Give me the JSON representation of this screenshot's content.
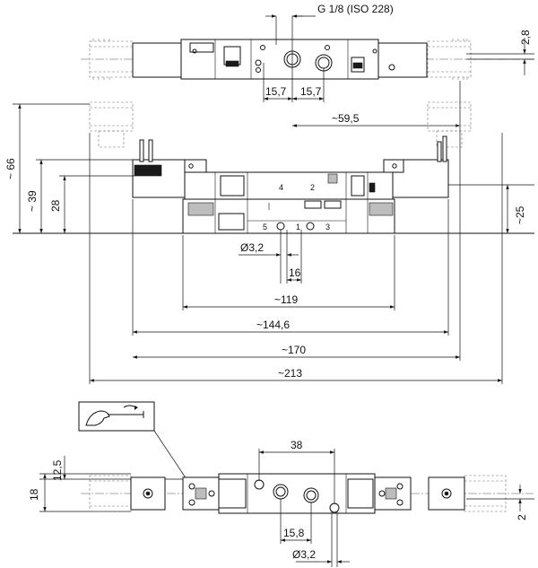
{
  "top_view": {
    "thread": "G 1/8 (ISO 228)",
    "d_2_8": "2,8",
    "d_15_7_a": "15,7",
    "d_15_7_b": "15,7",
    "d_59_5": "~59,5"
  },
  "side_view": {
    "d_66": "~ 66",
    "d_39": "~ 39",
    "d_28": "28",
    "d_25": "~25",
    "port_4": "4",
    "port_2": "2",
    "port_5": "5",
    "port_1": "1",
    "port_3": "3",
    "d_phi_3_2": "Ø3,2",
    "d_16": "16",
    "d_119": "~119",
    "d_144_6": "~144,6",
    "d_170": "~170",
    "d_213": "~213"
  },
  "bottom_view": {
    "d_38": "38",
    "d_12_5": "12,5",
    "d_18": "18",
    "d_2": "2",
    "d_15_8": "15,8",
    "d_phi_3_2": "Ø3,2"
  },
  "icons": {
    "manual_override": "hand-screwdriver-icon"
  }
}
